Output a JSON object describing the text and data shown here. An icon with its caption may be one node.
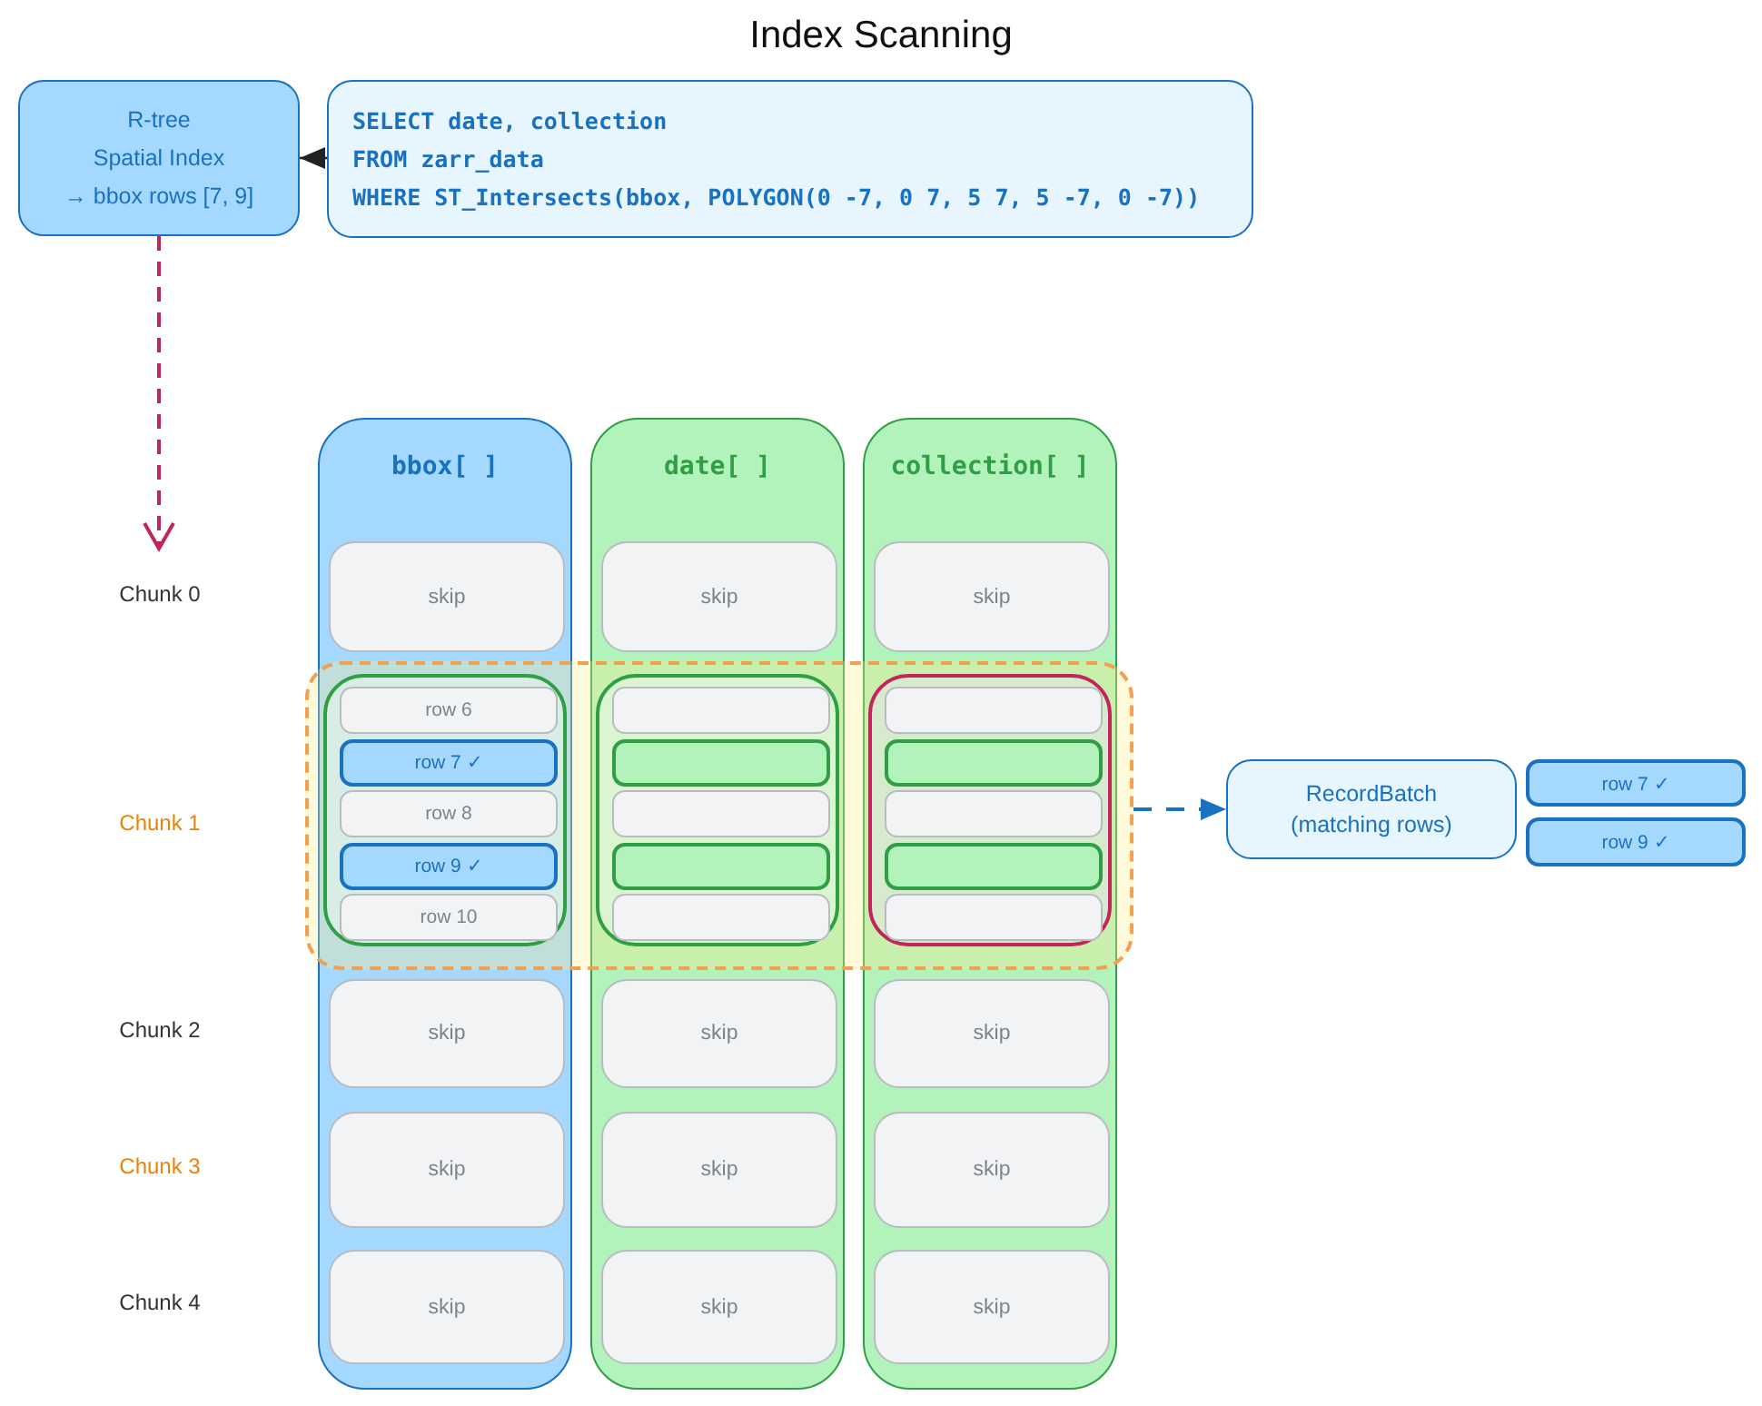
{
  "diagram": {
    "title": "Index Scanning",
    "nodes": [
      {
        "text": [
          "R-tree",
          "Spatial Index",
          "→ bbox rows [7, 9]"
        ]
      },
      {
        "text": [
          "SELECT date, collection",
          "FROM zarr_data",
          "WHERE ST_Intersects(bbox, POLYGON(0 -7, 0 7, 5 7, 5 -7, 0 -7))"
        ]
      },
      {
        "text": [],
        "shape": "box"
      },
      {
        "text": [
          "bbox[ ]"
        ]
      },
      {
        "text": [
          "skip"
        ],
        "in": 3
      },
      {
        "text": [],
        "shape": "box"
      },
      {
        "text": [
          "row 6"
        ],
        "in": 5
      },
      {
        "text": [
          "row 7 ✓"
        ],
        "in": 5
      },
      {
        "text": [
          "row 8"
        ],
        "in": 5
      },
      {
        "text": [
          "row 9 ✓"
        ],
        "in": 5
      },
      {
        "text": [
          "row 10"
        ],
        "in": 5
      },
      {
        "text": [
          "skip"
        ],
        "in": 3
      },
      {
        "text": [
          "skip"
        ],
        "in": 3
      },
      {
        "text": [
          "skip"
        ],
        "in": 3
      },
      {
        "text": [
          "date[ ]"
        ]
      },
      {
        "text": [
          "skip"
        ],
        "in": 14
      },
      {
        "text": [],
        "shape": "box"
      },
      {
        "text": [],
        "shape": "box",
        "in": 16
      },
      {
        "text": [],
        "shape": "box",
        "in": 16
      },
      {
        "text": [],
        "shape": "box",
        "in": 16
      },
      {
        "text": [],
        "shape": "box",
        "in": 16
      },
      {
        "text": [],
        "shape": "box",
        "in": 16
      },
      {
        "text": [
          "skip"
        ],
        "in": 14
      },
      {
        "text": [
          "skip"
        ],
        "in": 14
      },
      {
        "text": [
          "skip"
        ],
        "in": 14
      },
      {
        "text": [
          "collection[ ]"
        ]
      },
      {
        "text": [
          "skip"
        ],
        "in": 25
      },
      {
        "text": [],
        "shape": "box"
      },
      {
        "text": [],
        "shape": "box",
        "in": 27
      },
      {
        "text": [],
        "shape": "box",
        "in": 27
      },
      {
        "text": [],
        "shape": "box",
        "in": 27
      },
      {
        "text": [],
        "shape": "box",
        "in": 27
      },
      {
        "text": [],
        "shape": "box",
        "in": 27
      },
      {
        "text": [
          "skip"
        ],
        "in": 25
      },
      {
        "text": [
          "skip"
        ],
        "in": 25
      },
      {
        "text": [
          "skip"
        ],
        "in": 25
      },
      {
        "text": [
          "RecordBatch",
          "(matching rows)"
        ]
      },
      {
        "text": [
          "row 7 ✓"
        ]
      },
      {
        "text": [
          "row 9 ✓"
        ]
      }
    ],
    "edges": [
      {
        "from": 1,
        "to": 0,
        "arrow": "to"
      },
      {
        "from": 0,
        "to": null,
        "arrow": "to",
        "style": "dashed",
        "color": "#c2255c"
      },
      {
        "from": 2,
        "to": 36,
        "arrow": "to",
        "style": "dashed",
        "color": "#1971c2"
      }
    ],
    "labels": [
      "Chunk 0",
      "Chunk 1",
      "Chunk 2",
      "Chunk 3",
      "Chunk 4"
    ]
  }
}
